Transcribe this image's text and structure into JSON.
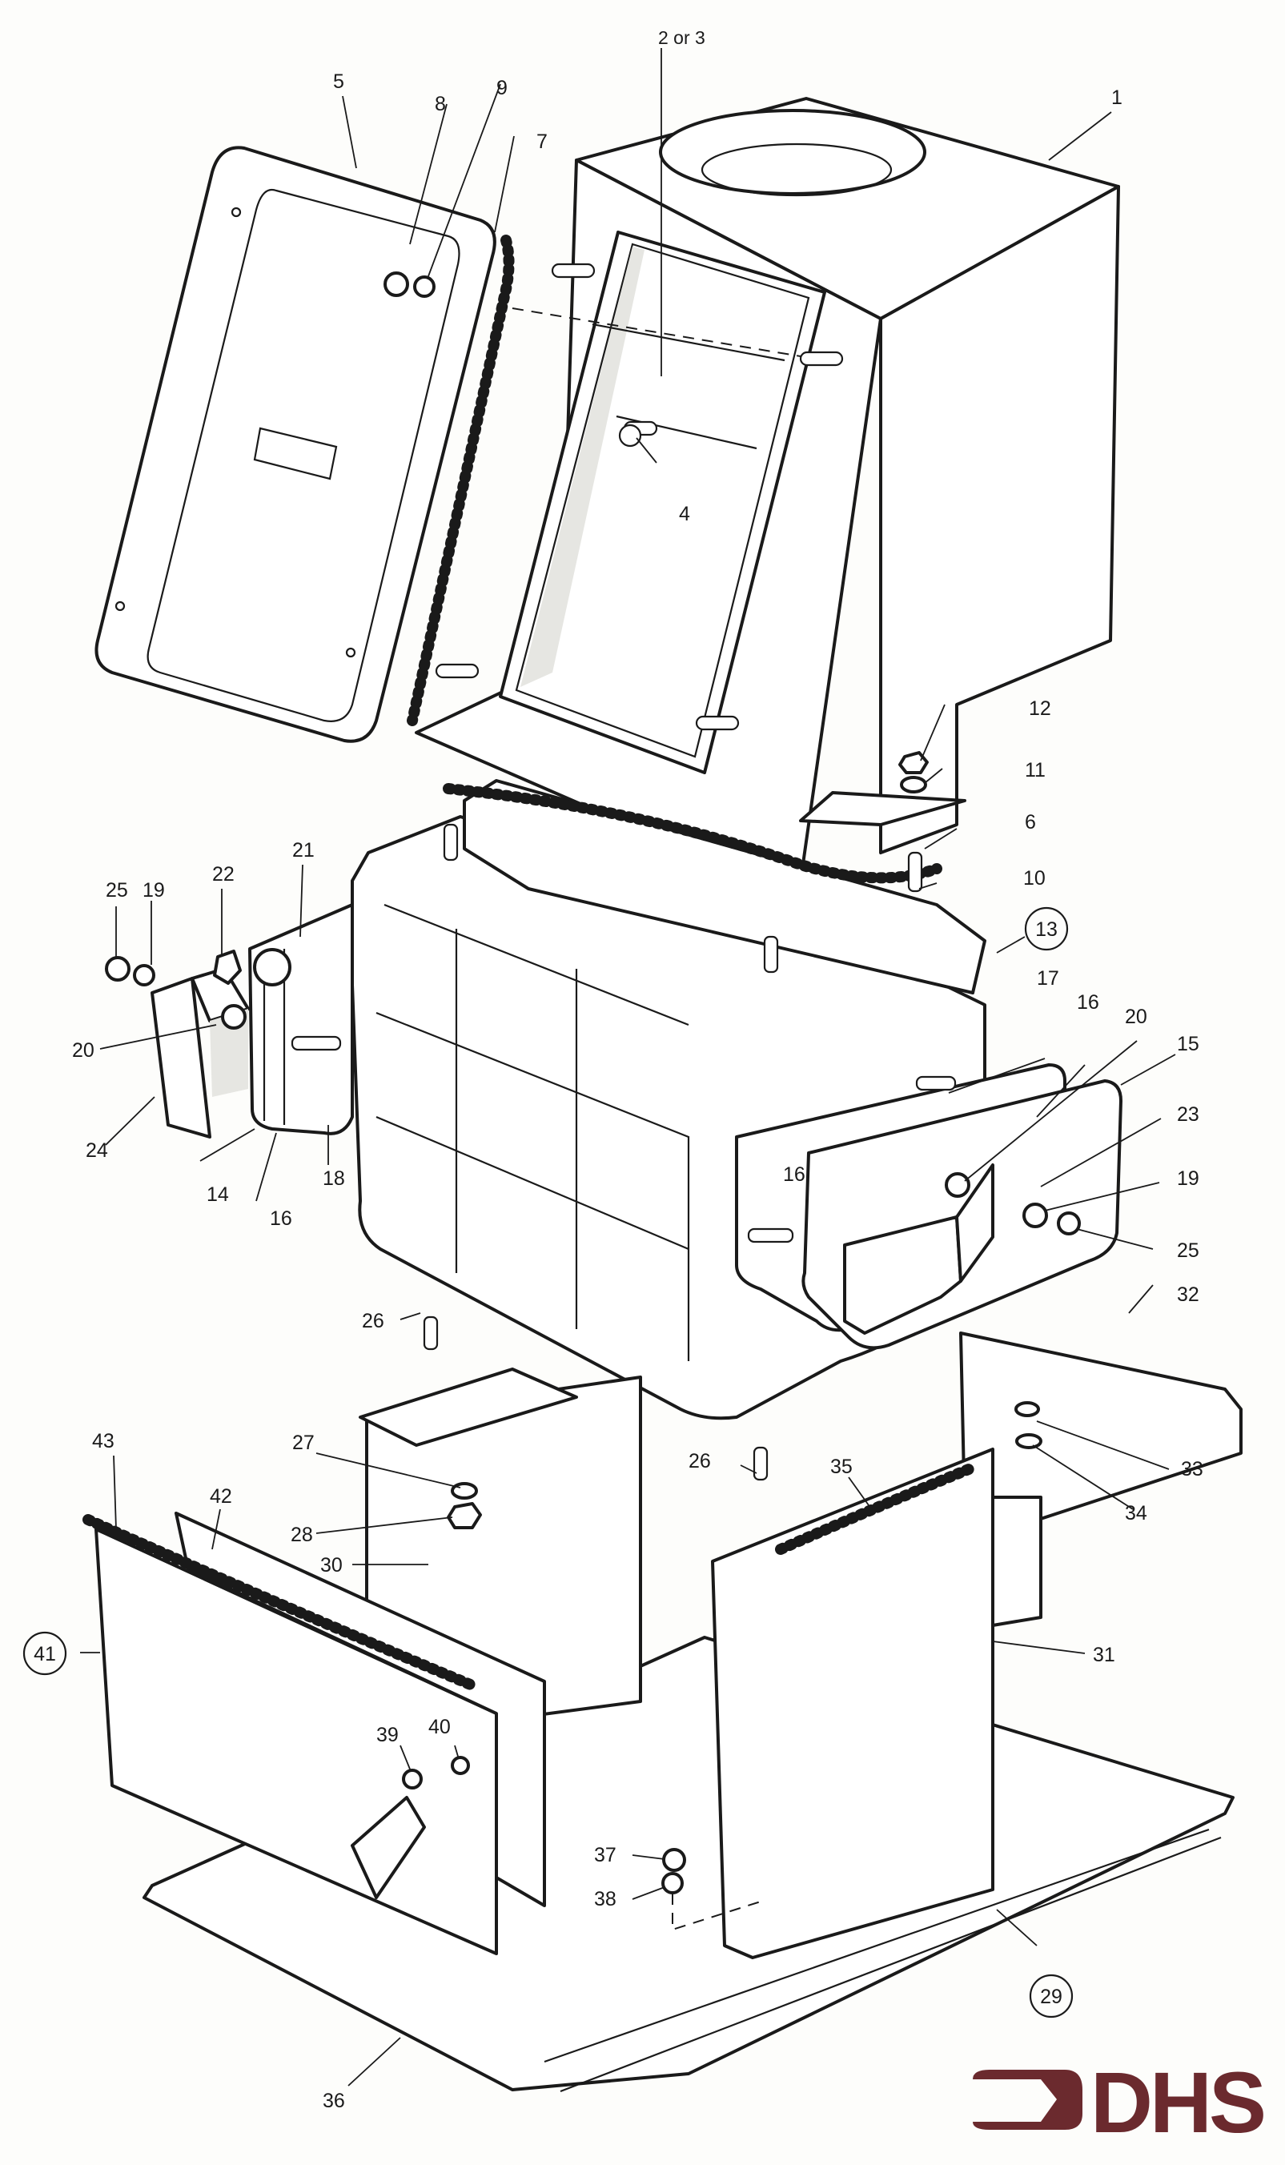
{
  "diagram": {
    "title": "Exploded parts diagram",
    "callouts": {
      "c1": "1",
      "c2or3": "2 or 3",
      "c4": "4",
      "c5": "5",
      "c6": "6",
      "c7": "7",
      "c8": "8",
      "c9": "9",
      "c10": "10",
      "c11": "11",
      "c12": "12",
      "c13": "13",
      "c14": "14",
      "c15": "15",
      "c16a": "16",
      "c16b": "16",
      "c16c": "16",
      "c17": "17",
      "c18": "18",
      "c19a": "19",
      "c19b": "19",
      "c20a": "20",
      "c20b": "20",
      "c21": "21",
      "c22": "22",
      "c23": "23",
      "c24": "24",
      "c25a": "25",
      "c25b": "25",
      "c26a": "26",
      "c26b": "26",
      "c27": "27",
      "c28": "28",
      "c29": "29",
      "c30": "30",
      "c31": "31",
      "c32": "32",
      "c33": "33",
      "c34": "34",
      "c35": "35",
      "c36": "36",
      "c37": "37",
      "c38": "38",
      "c39": "39",
      "c40": "40",
      "c41": "41",
      "c42": "42",
      "c43": "43"
    },
    "circled_callouts": [
      "13",
      "29",
      "41"
    ]
  },
  "logo": {
    "text": "DHS",
    "color": "#6b2a2e"
  },
  "colors": {
    "line": "#1a1a1a",
    "paper": "#fdfdfb"
  }
}
